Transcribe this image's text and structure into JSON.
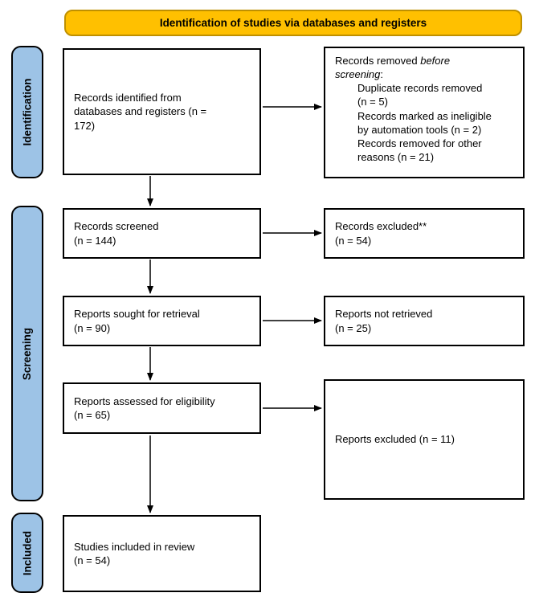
{
  "banner": {
    "title": "Identification of studies via databases and registers"
  },
  "colors": {
    "banner_fill": "#FFC000",
    "banner_border": "#BF9000",
    "stage_fill": "#9DC3E6",
    "box_border": "#000000"
  },
  "stages": [
    {
      "label": "Identification"
    },
    {
      "label": "Screening"
    },
    {
      "label": "Included"
    }
  ],
  "main_boxes": [
    {
      "text": "Records identified from\ndatabases and registers (n =\n172)"
    },
    {
      "text": "Records screened\n(n = 144)"
    },
    {
      "text": "Reports sought for retrieval\n(n = 90)"
    },
    {
      "text": "Reports assessed for eligibility\n(n = 65)"
    },
    {
      "text": "Studies included in review\n(n = 54)"
    }
  ],
  "side_boxes": {
    "removed": {
      "line1_normal": "Records removed ",
      "line1_italic": "before",
      "line2_italic": "screening",
      "line2_normal": ":",
      "items": [
        "Duplicate records removed\n(n = 5)",
        "Records marked as ineligible\nby automation tools (n = 2)",
        "Records removed for other\nreasons (n = 21)"
      ]
    },
    "excluded_screening": {
      "text": "Records excluded**\n(n = 54)"
    },
    "not_retrieved": {
      "text": "Reports not retrieved\n(n = 25)"
    },
    "excluded_eligibility": {
      "text": "Reports excluded (n = 11)"
    }
  }
}
